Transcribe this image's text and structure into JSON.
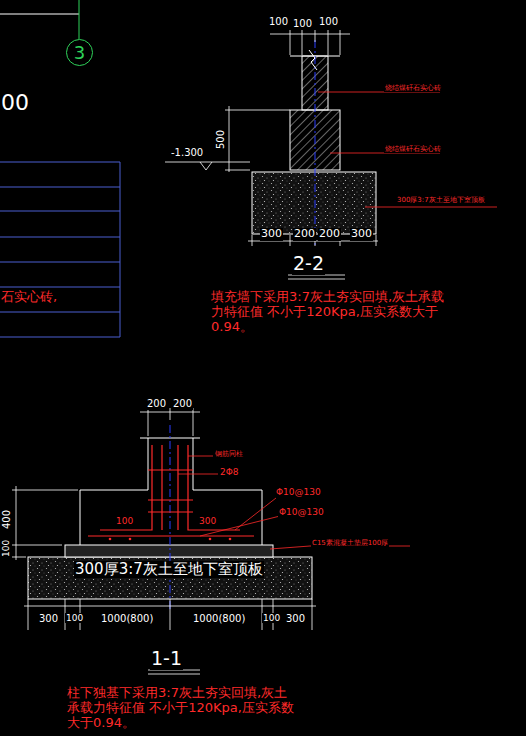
{
  "diagram": {
    "nodes": [
      {
        "text": [
          "3"
        ]
      }
    ],
    "labels": [
      "00",
      "石实心砖,",
      "100",
      "100",
      "100",
      "烧结煤矸石实心砖",
      "烧结煤矸石实心砖",
      "500",
      "-1.300",
      "300厚3:7灰土至地下室顶板",
      "300",
      "200",
      "200",
      "300",
      "2-2",
      "填充墙下采用3:7灰土夯实回填,灰土承载力特征值 不小于120Kpa,压实系数大于0.94。",
      "200",
      "200",
      "钢筋同柱",
      "2Φ8",
      "Φ10@130",
      "Φ10@130",
      "C15素混凝土垫层100厚",
      "100",
      "300",
      "400",
      "100",
      "300厚3:7灰土至地下室顶板",
      "300",
      "100",
      "1000(800)",
      "1000(800)",
      "100",
      "300",
      "1-1",
      "柱下独基下采用3:7灰土夯实回填,灰土承载力特征值 不小于120Kpa,压实系数大于0.94。"
    ]
  }
}
